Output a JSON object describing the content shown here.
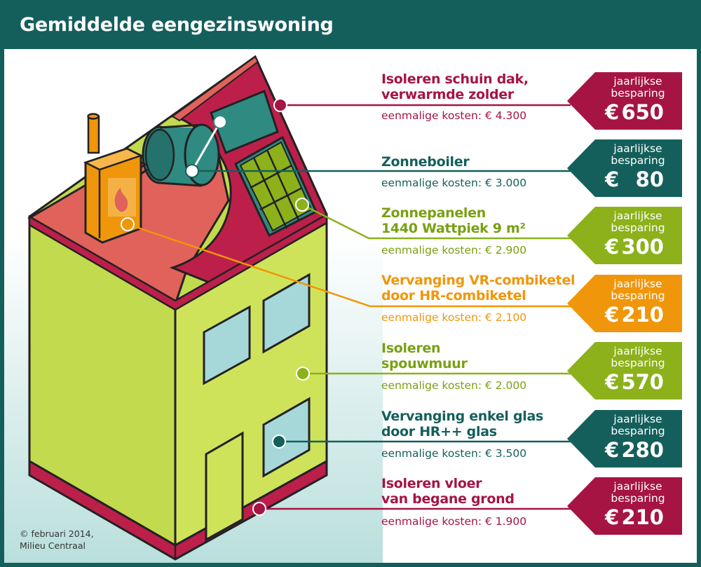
{
  "title": "Gemiddelde eengezinswoning",
  "badge_label_line1": "jaarlijkse",
  "badge_label_line2": "besparing",
  "currency_symbol": "€",
  "colors": {
    "dark_teal": "#145f5c",
    "dark_red": "#a51443",
    "lime_green": "#8cb11a",
    "orange": "#f0960a",
    "wall_green": "#c2da4d",
    "roof_red": "#bd1f4b",
    "floor_salmon": "#e0625b",
    "window_blue": "#a6d8d9"
  },
  "measures": [
    {
      "title_line1": "Isoleren schuin dak,",
      "title_line2": "verwarmde zolder",
      "cost": "eenmalige kosten: € 4.300",
      "saving": "650",
      "color": "#a51443"
    },
    {
      "title_line1": "Zonneboiler",
      "title_line2": "",
      "cost": "eenmalige kosten: € 3.000",
      "saving": "80",
      "color": "#145f5c"
    },
    {
      "title_line1": "Zonnepanelen",
      "title_line2": "1440 Wattpiek 9 m²",
      "cost": "eenmalige kosten: € 2.900",
      "saving": "300",
      "color": "#8cb11a"
    },
    {
      "title_line1": "Vervanging VR-combiketel",
      "title_line2": "door HR-combiketel",
      "cost": "eenmalige kosten: € 2.100",
      "saving": "210",
      "color": "#f0960a"
    },
    {
      "title_line1": "Isoleren",
      "title_line2": "spouwmuur",
      "cost": "eenmalige kosten: € 2.000",
      "saving": "570",
      "color": "#8cb11a"
    },
    {
      "title_line1": "Vervanging enkel glas",
      "title_line2": "door HR++ glas",
      "cost": "eenmalige kosten: € 3.500",
      "saving": "280",
      "color": "#145f5c"
    },
    {
      "title_line1": "Isoleren vloer",
      "title_line2": "van begane grond",
      "cost": "eenmalige kosten: € 1.900",
      "saving": "210",
      "color": "#a51443"
    }
  ],
  "copyright_line1": "© februari 2014,",
  "copyright_line2": "Milieu Centraal",
  "icons": [
    "flame-icon",
    "callout-dot-icon"
  ]
}
